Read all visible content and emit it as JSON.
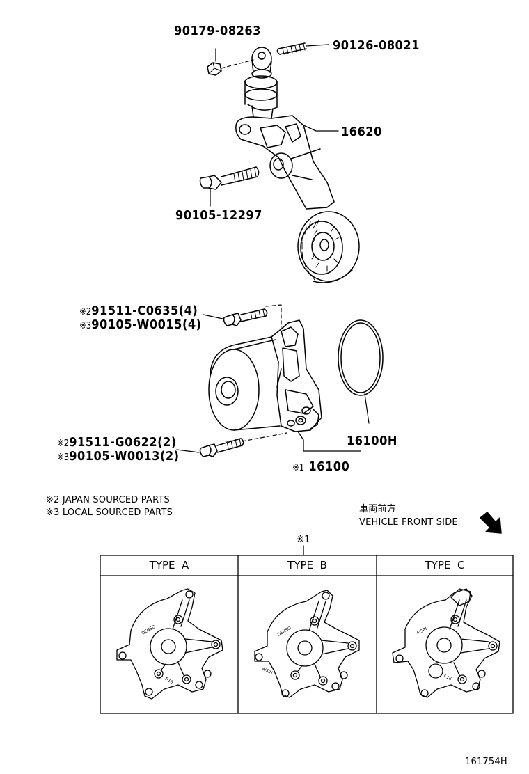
{
  "part_numbers": {
    "nut": "90179-08263",
    "stud": "90126-08021",
    "tensioner": "16620",
    "bolt": "90105-12297",
    "pump_bolt_long": {
      "mark": "※2",
      "text": "91511-C0635(4)"
    },
    "pump_bolt_long_alt": {
      "mark": "※3",
      "text": "90105-W0015(4)"
    },
    "pump_bolt_short": {
      "mark": "※2",
      "text": "91511-G0622(2)"
    },
    "pump_bolt_short_alt": {
      "mark": "※3",
      "text": "90105-W0013(2)"
    },
    "gasket": "16100H",
    "water_pump": {
      "mark": "※1",
      "text": "16100"
    }
  },
  "notes": {
    "japan": "※2 JAPAN SOURCED PARTS",
    "local": "※3 LOCAL SOURCED PARTS"
  },
  "orientation": {
    "jp": "車両前方",
    "en": "VEHICLE FRONT SIDE",
    "icon": "arrow-down-right-icon"
  },
  "type_table": {
    "mark": "※1",
    "headers": [
      "TYPE  A",
      "TYPE  B",
      "TYPE  C"
    ]
  },
  "diagram_id": "161754H"
}
